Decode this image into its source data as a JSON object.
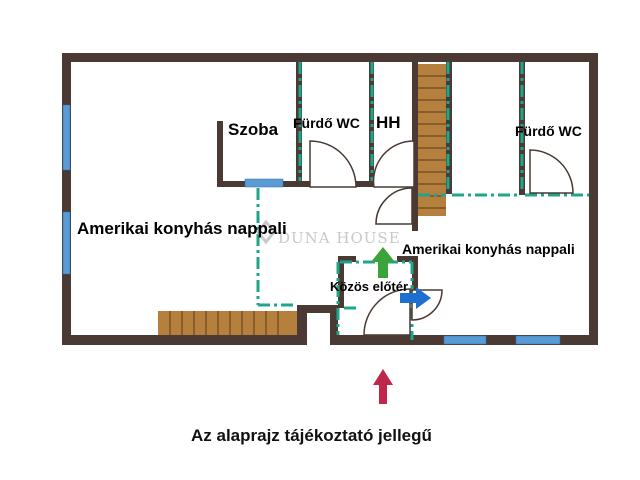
{
  "rooms": {
    "szoba": "Szoba",
    "furdo_wc_left": "Fürdő WC",
    "hh": "HH",
    "furdo_wc_right": "Fürdő WC",
    "nappali_left": "Amerikai konyhás nappali",
    "nappali_right": "Amerikai konyhás nappali",
    "eloter": "Közös előtér"
  },
  "watermark": "DUNA HOUSE",
  "footer_note": "Az alaprajz tájékoztató jellegű",
  "colors": {
    "wall": "#4a3a33",
    "window": "#5b9bd5",
    "partition": "#1ea58a",
    "stairs": "#b5803e",
    "entrance_arrow": "#c0264a",
    "direction_green": "#3aa339",
    "direction_blue": "#1f6fd1"
  }
}
